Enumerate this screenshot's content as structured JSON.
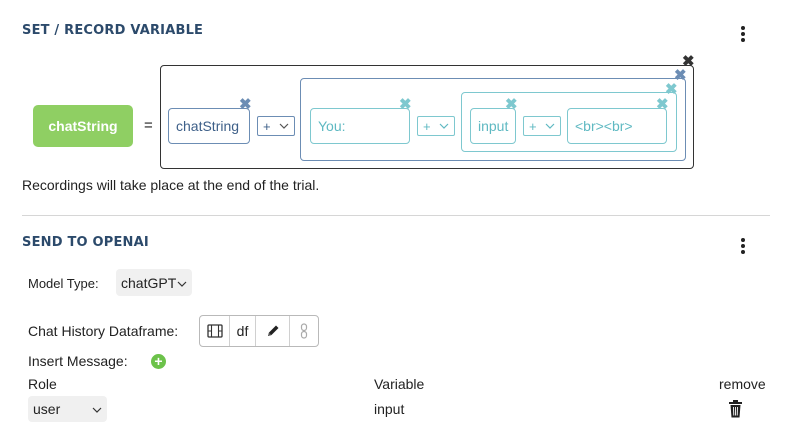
{
  "set_record": {
    "title": "SET / RECORD VARIABLE",
    "variable_name": "chatString",
    "equals": "=",
    "expression": {
      "token_1": "chatString",
      "operator_1": "+",
      "token_2": "You:",
      "operator_2": "+",
      "token_3": "input",
      "operator_3": "+",
      "token_4": "<br><br>"
    },
    "note": "Recordings will take place at the end of the trial."
  },
  "send_openai": {
    "title": "SEND TO OPENAI",
    "model_type_label": "Model Type:",
    "model_type_value": "chatGPT",
    "chat_history_label": "Chat History Dataframe:",
    "df_label": "df",
    "insert_message_label": "Insert Message:",
    "table": {
      "headers": {
        "role": "Role",
        "variable": "Variable",
        "remove": "remove"
      },
      "rows": [
        {
          "role": "user",
          "variable": "input"
        }
      ]
    }
  },
  "colors": {
    "section_title": "#2c4a6b",
    "variable_chip": "#8fcf63",
    "navy_accent": "#6c8db4",
    "teal_accent": "#7ec8cf",
    "add_green": "#6cc24a"
  },
  "icons": {
    "menu": "kebab-menu-icon",
    "remove": "close-icon",
    "add": "plus-circle-icon",
    "film": "film-icon",
    "edit": "pencil-icon",
    "link": "link-icon",
    "delete": "trash-icon",
    "dropdown": "chevron-down-icon"
  }
}
